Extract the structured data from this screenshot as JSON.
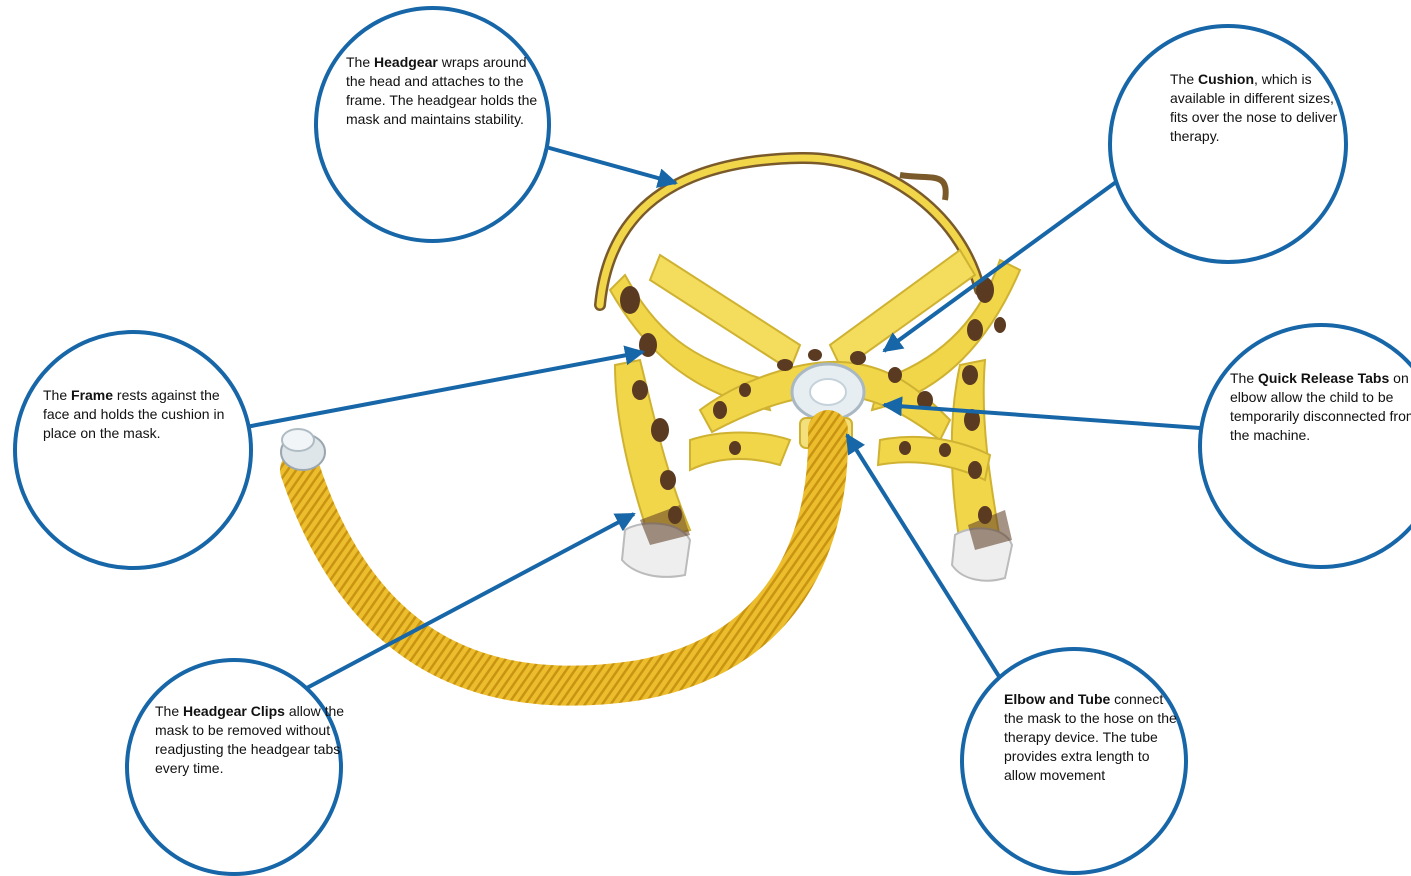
{
  "colors": {
    "accent": "#1766a8",
    "mask_yellow": "#f1d64a",
    "spot_brown": "#5b3a22",
    "tube_yellow": "#e9b82a"
  },
  "image": {
    "subject": "pediatric nasal CPAP mask with giraffe-pattern headgear and yellow tube"
  },
  "callouts": {
    "headgear": {
      "pre": "The ",
      "term": "Headgear",
      "post": " wraps around the head and attaches to the frame. The headgear holds the mask and maintains stability."
    },
    "cushion": {
      "pre": "The ",
      "term": "Cushion",
      "post": ", which is available in different sizes, fits over the nose to deliver therapy."
    },
    "frame": {
      "pre": "The ",
      "term": "Frame",
      "post": " rests against the face and holds the cushion in place on the mask."
    },
    "quick_release": {
      "pre": "The ",
      "term": "Quick Release Tabs",
      "post": " on the elbow allow the child to be temporarily disconnected from the machine."
    },
    "headgear_clips": {
      "pre": "The ",
      "term": "Headgear Clips",
      "post": " allow the mask to be removed without readjusting the headgear tabs every time."
    },
    "elbow_tube": {
      "pre": "",
      "term": "Elbow and Tube",
      "post": " connect the mask to the hose on the therapy device.  The tube provides extra length to allow movement"
    }
  }
}
